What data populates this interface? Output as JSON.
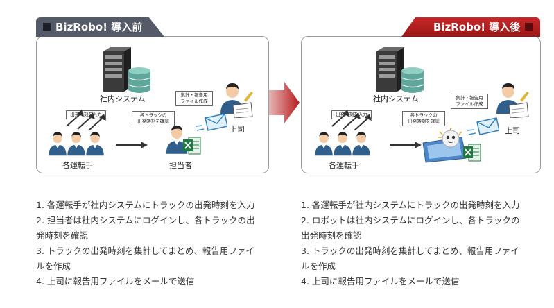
{
  "before": {
    "tab_title": "BizRobo! 導入前",
    "system_label": "社内システム",
    "input_label": "出発時刻を入力",
    "check_label": [
      "各トラックの",
      "出発時刻を確認"
    ],
    "report_label": [
      "集計・報告用",
      "ファイル作成"
    ],
    "drivers_label": "各運転手",
    "staff_label": "担当者",
    "boss_label": "上司",
    "steps": [
      "1. 各運転手が社内システムにトラックの出発時刻を入力",
      "2. 担当者は社内システムにログインし、各トラックの出",
      "発時刻を確認",
      "3. トラックの出発時刻を集計してまとめ、報告用ファイ",
      "ルを作成",
      "4. 上司に報告用ファイルをメールで送信"
    ]
  },
  "after": {
    "tab_title": "BizRobo! 導入後",
    "system_label": "社内システム",
    "input_label": "出発時刻を入力",
    "check_label": [
      "各トラックの",
      "出発時刻を確認"
    ],
    "report_label": [
      "集計・報告用",
      "ファイル作成"
    ],
    "drivers_label": "各運転手",
    "boss_label": "上司",
    "steps": [
      "1. 各運転手が社内システムにトラックの出発時刻を入力",
      "2. ロボットは社内システムにログインし、各トラックの",
      "出発時刻を確認",
      "3. トラックの出発時刻を集計してまとめ、報告用ファイ",
      "ルを作成",
      "4. 上司に報告用ファイルをメールで送信"
    ]
  },
  "colors": {
    "before_tab": "#545a68",
    "after_tab": "#b51d1d",
    "person_blue": "#2f5f8a",
    "excel_green": "#1f7a43"
  }
}
